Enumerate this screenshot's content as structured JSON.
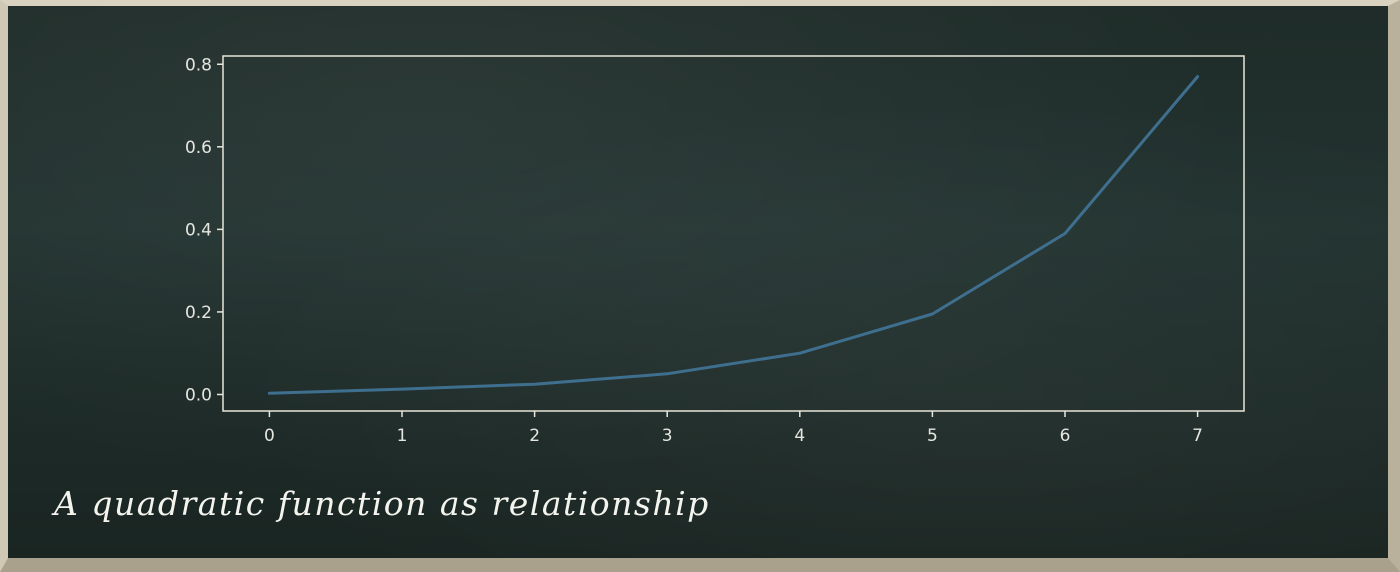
{
  "caption": "A quadratic function as relationship",
  "colors": {
    "line": "#3f6f8e",
    "axes": "#e8e6da",
    "text": "#e6e6e0"
  },
  "chart_data": {
    "type": "line",
    "title": "",
    "xlabel": "",
    "ylabel": "",
    "xlim": [
      -0.35,
      7.35
    ],
    "ylim": [
      -0.04,
      0.82
    ],
    "x_ticks": [
      0,
      1,
      2,
      3,
      4,
      5,
      6,
      7
    ],
    "x_tick_labels": [
      "0",
      "1",
      "2",
      "3",
      "4",
      "5",
      "6",
      "7"
    ],
    "y_ticks": [
      0.0,
      0.2,
      0.4,
      0.6,
      0.8
    ],
    "y_tick_labels": [
      "0.0",
      "0.2",
      "0.4",
      "0.6",
      "0.8"
    ],
    "grid": false,
    "series": [
      {
        "x": [
          0,
          1,
          2,
          3,
          4,
          5,
          6,
          7
        ],
        "values": [
          0.003,
          0.013,
          0.025,
          0.05,
          0.1,
          0.195,
          0.39,
          0.77
        ]
      }
    ]
  }
}
